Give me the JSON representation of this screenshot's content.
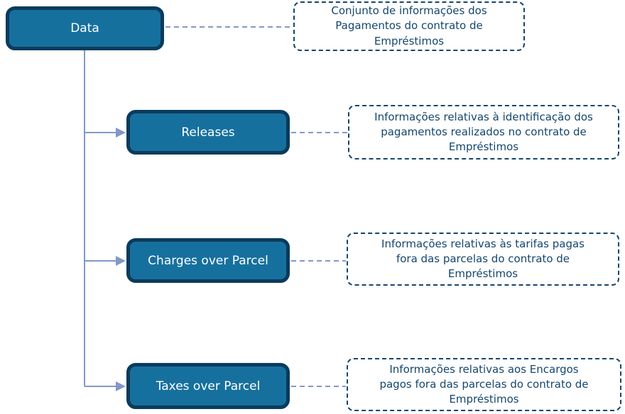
{
  "colors": {
    "node_fill": "#16709E",
    "node_border": "#0B3B5D",
    "node_text": "#FFFFFF",
    "note_border": "#14466E",
    "note_text": "#14466E",
    "connector": "#8397CA"
  },
  "nodes": {
    "root": {
      "label": "Data"
    },
    "releases": {
      "label": "Releases"
    },
    "charges": {
      "label": "Charges over Parcel"
    },
    "taxes": {
      "label": "Taxes over Parcel"
    }
  },
  "notes": {
    "root": "Conjunto de informações dos\nPagamentos do contrato de\nEmpréstimos",
    "releases": "Informações relativas à identificação dos\npagamentos realizados no contrato de\nEmpréstimos",
    "charges": "Informações relativas às tarifas pagas\nfora das parcelas do contrato de\nEmpréstimos",
    "taxes": "Informações relativas aos Encargos\npagos fora das parcelas do contrato de\nEmpréstimos"
  }
}
